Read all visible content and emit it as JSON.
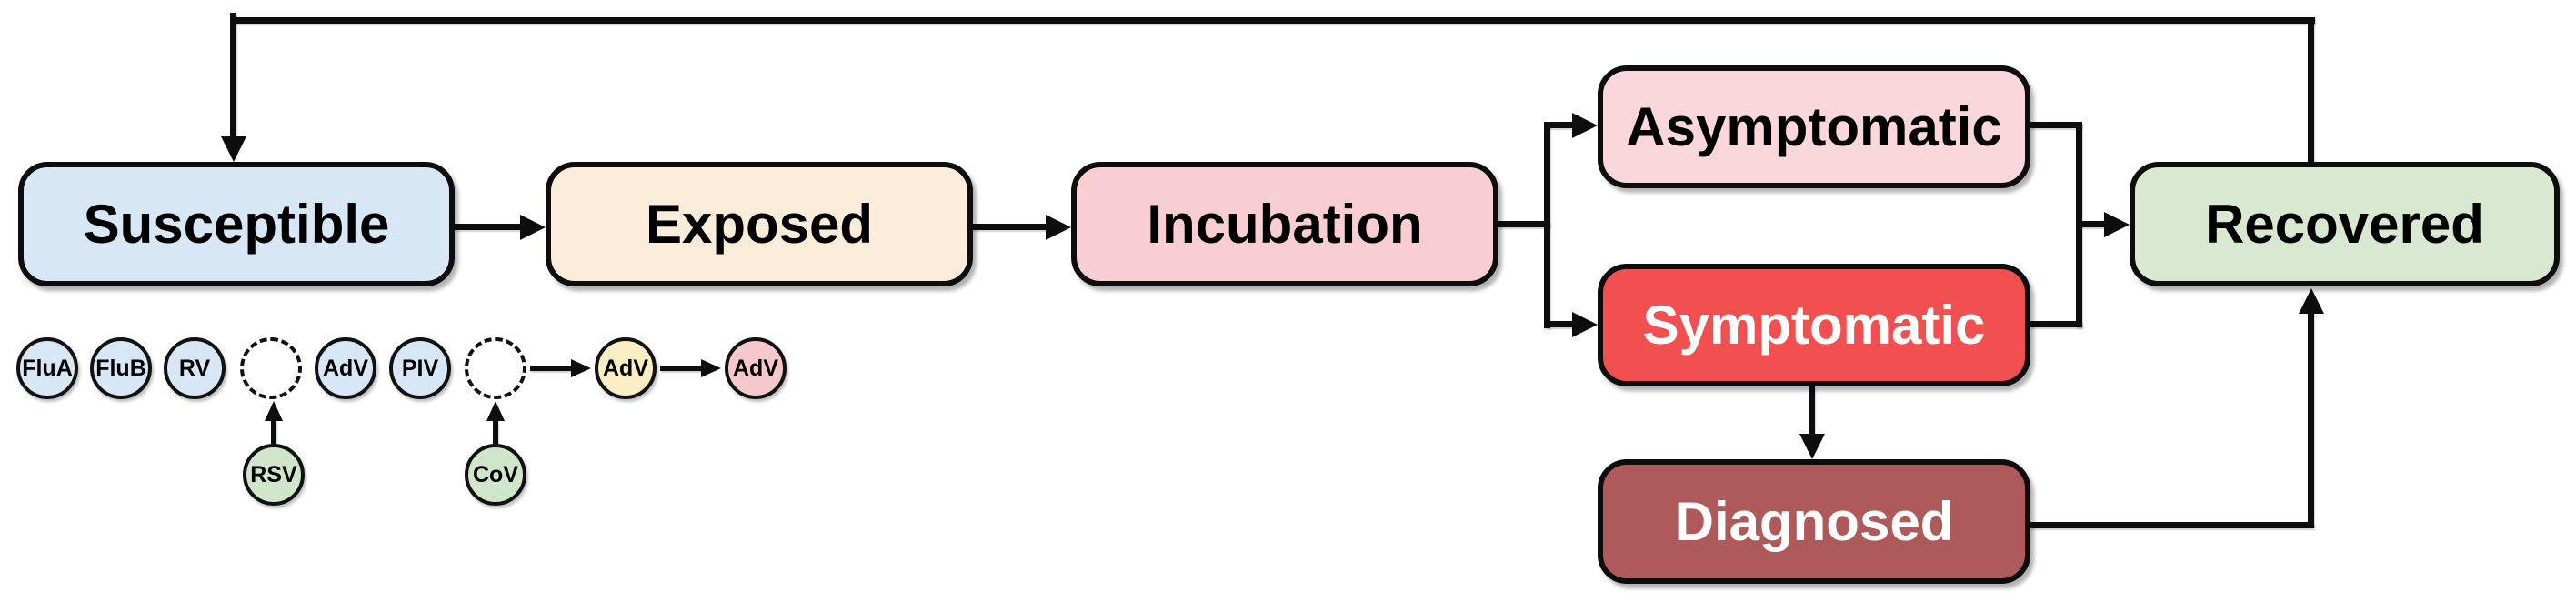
{
  "diagram": {
    "type": "flowchart",
    "description": "Compartmental infection model with virus co-detection legend",
    "line_color": "#0d0d0d",
    "nodes": {
      "susceptible": {
        "label": "Susceptible",
        "fill": "#d7e7f6",
        "text_color": "#000000"
      },
      "exposed": {
        "label": "Exposed",
        "fill": "#fceddb",
        "text_color": "#000000"
      },
      "incubation": {
        "label": "Incubation",
        "fill": "#f8ced2",
        "text_color": "#000000"
      },
      "asymptomatic": {
        "label": "Asymptomatic",
        "fill": "#fad7da",
        "text_color": "#000000"
      },
      "symptomatic": {
        "label": "Symptomatic",
        "fill": "#f25050",
        "text_color": "#ffffff"
      },
      "recovered": {
        "label": "Recovered",
        "fill": "#d9e8d1",
        "text_color": "#000000"
      },
      "diagnosed": {
        "label": "Diagnosed",
        "fill": "#ae5a5a",
        "text_color": "#ffffff"
      }
    },
    "flows": [
      "Susceptible -> Exposed",
      "Exposed -> Incubation",
      "Incubation -> Asymptomatic",
      "Incubation -> Symptomatic",
      "Asymptomatic -> Recovered",
      "Symptomatic -> Recovered",
      "Symptomatic -> Diagnosed",
      "Diagnosed -> Recovered",
      "Recovered -> Susceptible"
    ],
    "viruses": {
      "flua": {
        "label": "FluA",
        "fill": "#d7e7f6"
      },
      "flub": {
        "label": "FluB",
        "fill": "#d7e7f6"
      },
      "rv": {
        "label": "RV",
        "fill": "#d7e7f6"
      },
      "placeholder1": {
        "label": "",
        "fill": "#ffffff",
        "style": "dashed"
      },
      "adv_blue": {
        "label": "AdV",
        "fill": "#d7e7f6"
      },
      "piv": {
        "label": "PIV",
        "fill": "#d7e7f6"
      },
      "placeholder2": {
        "label": "",
        "fill": "#ffffff",
        "style": "dashed"
      },
      "adv_yellow": {
        "label": "AdV",
        "fill": "#fbedc4"
      },
      "adv_pink": {
        "label": "AdV",
        "fill": "#f6c8cc"
      },
      "rsv": {
        "label": "RSV",
        "fill": "#cfe6ca"
      },
      "cov": {
        "label": "CoV",
        "fill": "#cfe6ca"
      }
    },
    "virus_flows": [
      "RSV -> placeholder1",
      "CoV -> placeholder2",
      "placeholder2 -> AdV(yellow)",
      "AdV(yellow) -> AdV(pink)"
    ]
  }
}
